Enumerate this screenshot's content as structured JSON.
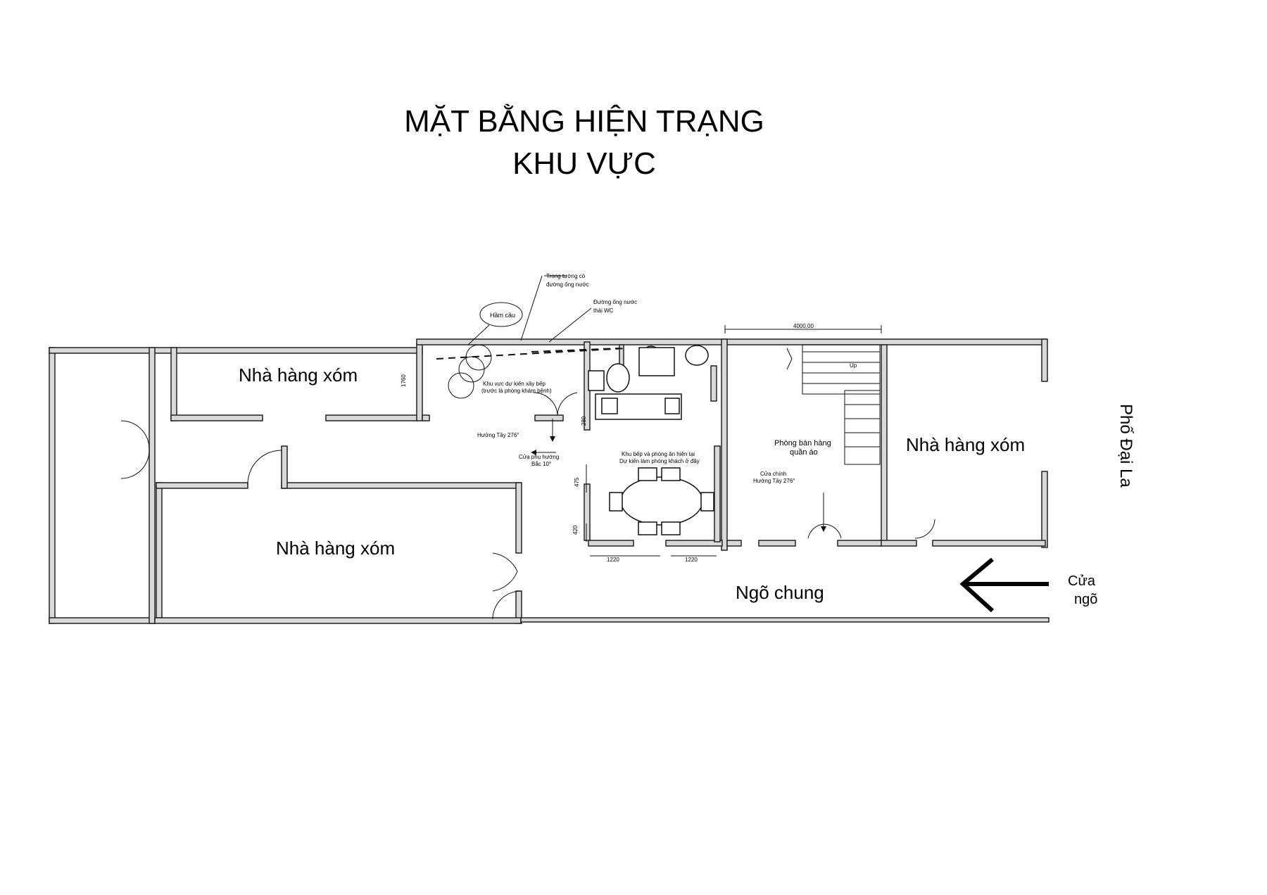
{
  "title": {
    "line1": "MẶT BẰNG HIỆN TRẠNG",
    "line2": "KHU VỰC"
  },
  "labels": {
    "neighbor_top": "Nhà hàng xóm",
    "neighbor_bottom": "Nhà hàng xóm",
    "neighbor_right": "Nhà hàng xóm",
    "shared_alley": "Ngõ chung",
    "street": "Phố Đại La",
    "alley_gate": "Cửa\nngõ",
    "septic": "Hầm cầu",
    "pipe_in_wall": "Trong tường có\nđường ống nước",
    "wc_pipe": "Đường ống nước\nthải WC",
    "kitchen_planned": "Khu vực dự kiến xây bếp\n(trước là phòng khám bệnh)",
    "west_dir": "Hướng Tây 276°",
    "side_door": "Cửa phụ hướng\nBắc 10°",
    "kitchen_now": "Khu bếp và phòng ăn hiện tại\nDự kiến làm phòng khách ở đây",
    "shop_room": "Phòng bán hàng\nquần áo",
    "main_door": "Cửa chính\nHướng Tây 276°",
    "stair_up": "Up",
    "dim_4000": "4000,00",
    "dim_1760": "1760",
    "dim_280": "280",
    "dim_475": "475",
    "dim_420": "420",
    "dim_1220_a": "1220",
    "dim_1220_b": "1220"
  }
}
